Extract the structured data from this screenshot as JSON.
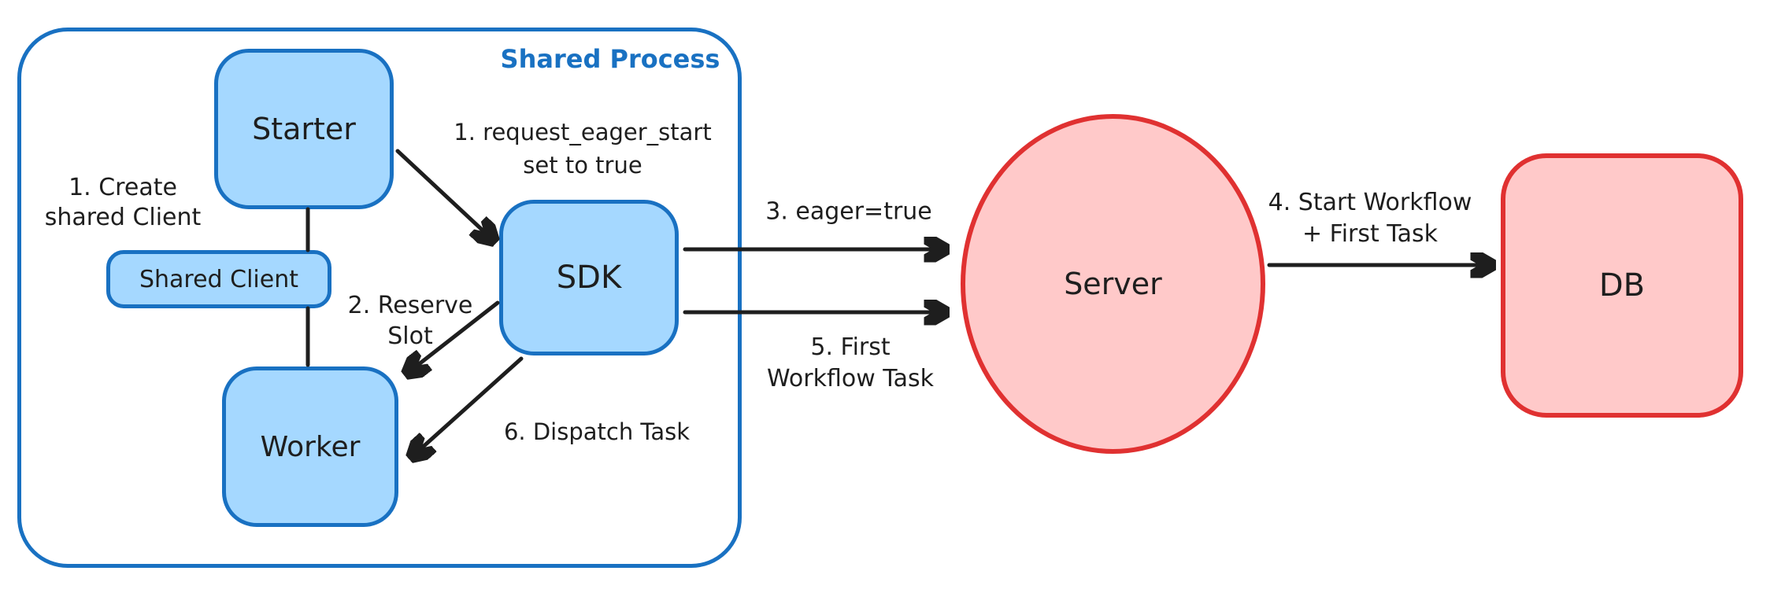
{
  "diagram": {
    "title": "Shared Process",
    "nodes": {
      "starter": "Starter",
      "shared_client": "Shared Client",
      "worker": "Worker",
      "sdk": "SDK",
      "server": "Server",
      "db": "DB"
    },
    "annotations": {
      "create_shared_client": {
        "line1": "1. Create",
        "line2": "shared Client"
      },
      "request_eager_start": {
        "line1": "1. request_eager_start",
        "line2": "set to true"
      },
      "reserve_slot": {
        "line1": "2. Reserve",
        "line2": "Slot"
      },
      "eager_true": "3. eager=true",
      "start_workflow": {
        "line1": "4. Start Workflow",
        "line2": "+ First Task"
      },
      "first_workflow_task": {
        "line1": "5. First",
        "line2": "Workflow Task"
      },
      "dispatch_task": "6. Dispatch Task"
    },
    "colors": {
      "blue_stroke": "#1971c2",
      "blue_fill": "#a5d8ff",
      "red_stroke": "#e03131",
      "red_fill": "#ffc9c9",
      "ink": "#1e1e1e",
      "background": "#ffffff"
    }
  }
}
